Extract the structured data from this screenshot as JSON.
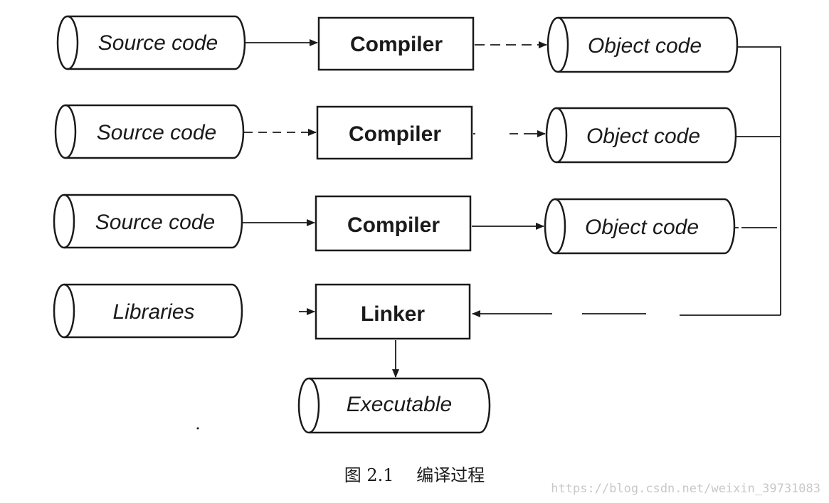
{
  "nodes": {
    "source_1": "Source code",
    "source_2": "Source code",
    "source_3": "Source code",
    "libraries": "Libraries",
    "compiler_1": "Compiler",
    "compiler_2": "Compiler",
    "compiler_3": "Compiler",
    "linker": "Linker",
    "object_1": "Object code",
    "object_2": "Object code",
    "object_3": "Object code",
    "executable": "Executable"
  },
  "caption": {
    "number": "图 2.1",
    "title": "编译过程"
  },
  "watermark": "https://blog.csdn.net/weixin_39731083"
}
